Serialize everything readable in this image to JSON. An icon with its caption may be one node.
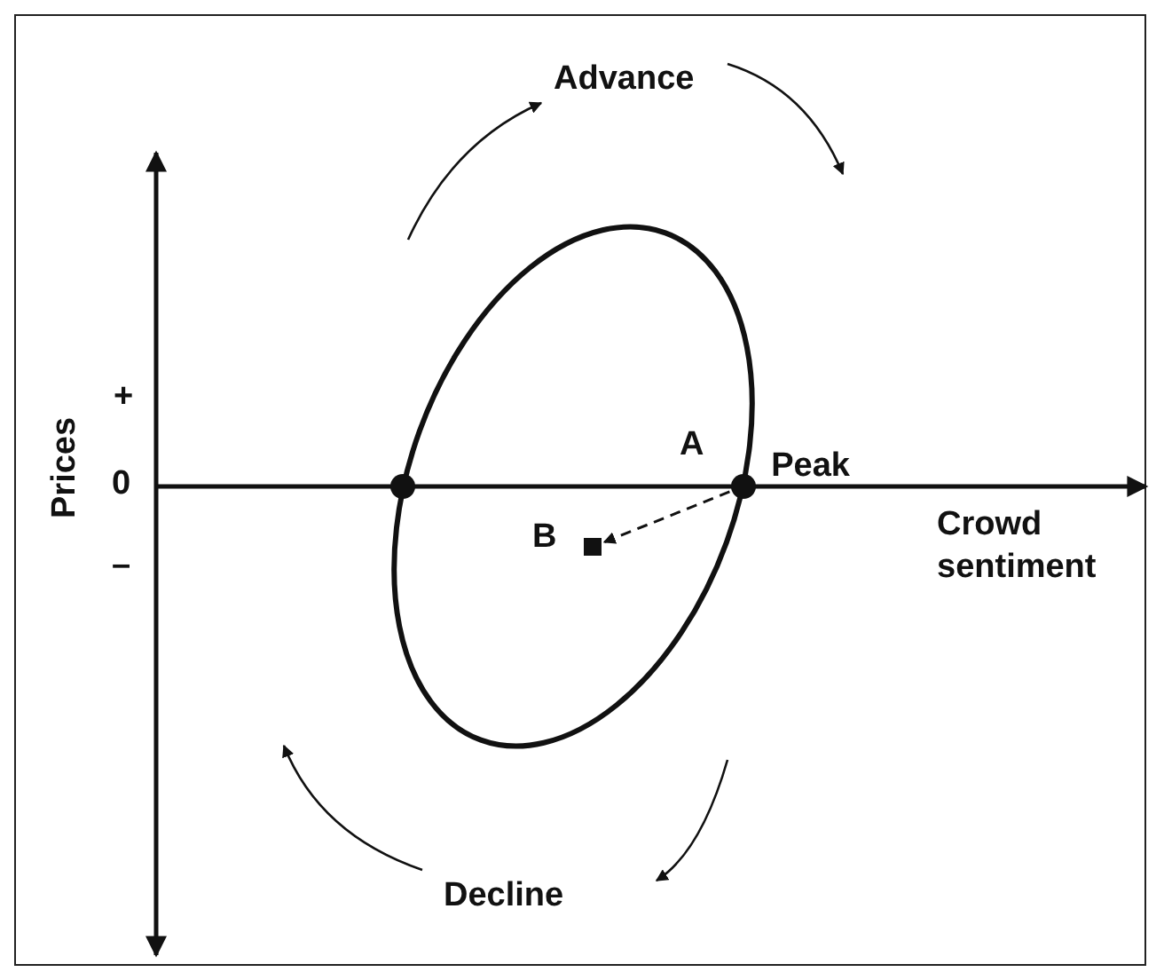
{
  "diagram": {
    "nodes": [
      {
        "text": [],
        "shape": "circle"
      },
      {
        "text": [],
        "shape": "circle",
        "beside": [
          "Peak"
        ]
      },
      {
        "text": [],
        "shape": "box",
        "beside": [
          "B"
        ]
      }
    ],
    "edges": [
      {
        "from": 1,
        "to": 2,
        "arrow": "to",
        "style": "dashed"
      }
    ],
    "labels": [
      "Advance",
      "A",
      "Prices",
      "+",
      "0",
      "–",
      "Crowd sentiment",
      "Decline"
    ]
  }
}
